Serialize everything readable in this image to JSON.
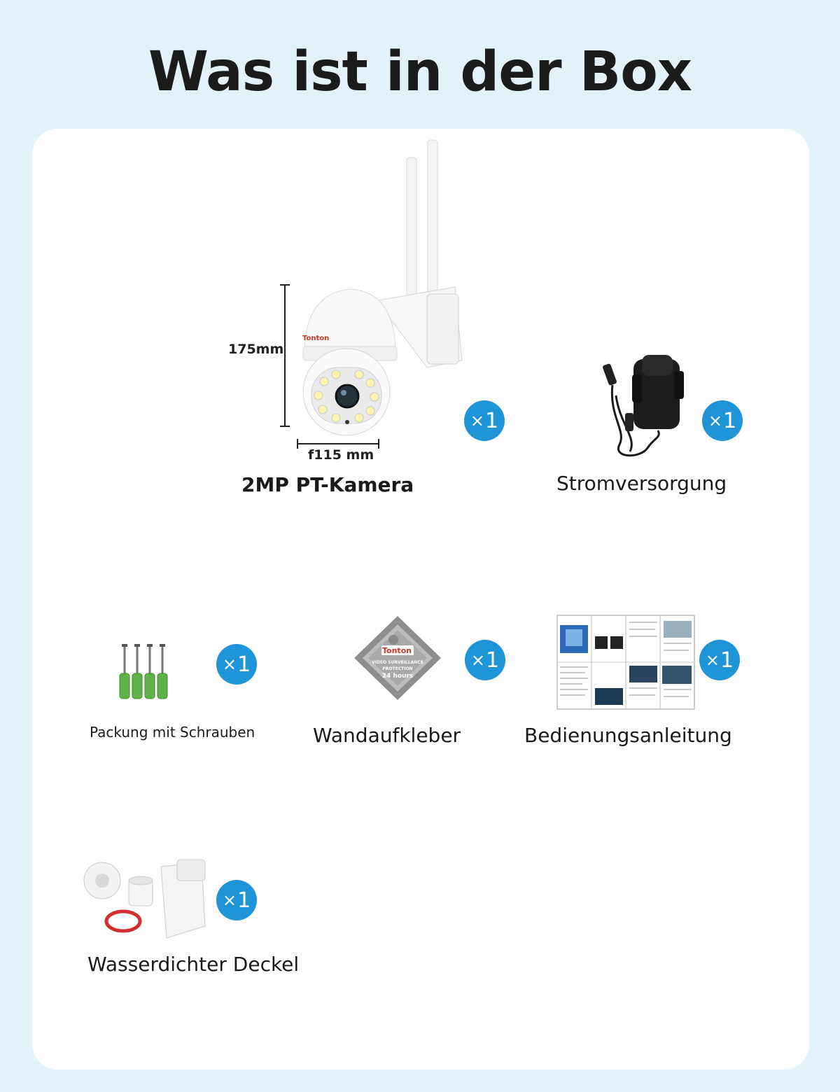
{
  "headline": "Was ist in der Box",
  "colors": {
    "background": "#e3f1f9",
    "panel": "#ffffff",
    "badge": "#1f95d8"
  },
  "items": [
    {
      "label": "2MP PT-Kamera",
      "quantity": "1",
      "icon": "ptz-camera-icon"
    },
    {
      "label": "Stromversorgung",
      "quantity": "1",
      "icon": "power-adapter-icon"
    },
    {
      "label": "Packung mit Schrauben",
      "quantity": "1",
      "icon": "screws-icon"
    },
    {
      "label": "Wandaufkleber",
      "quantity": "1",
      "icon": "warning-sticker-icon"
    },
    {
      "label": "Bedienungsanleitung",
      "quantity": "1",
      "icon": "manual-icon"
    },
    {
      "label": "Wasserdichter Deckel",
      "quantity": "1",
      "icon": "waterproof-cap-icon"
    }
  ],
  "camera_dimensions": {
    "height": "175mm",
    "width": "f115 mm"
  },
  "camera_brand": "Tonton",
  "sticker": {
    "brand": "Tonton",
    "line1": "VIDEO SURVEILLANCE",
    "line2": "PROTECTION",
    "line3": "24 hours"
  },
  "badge_prefix": "×"
}
